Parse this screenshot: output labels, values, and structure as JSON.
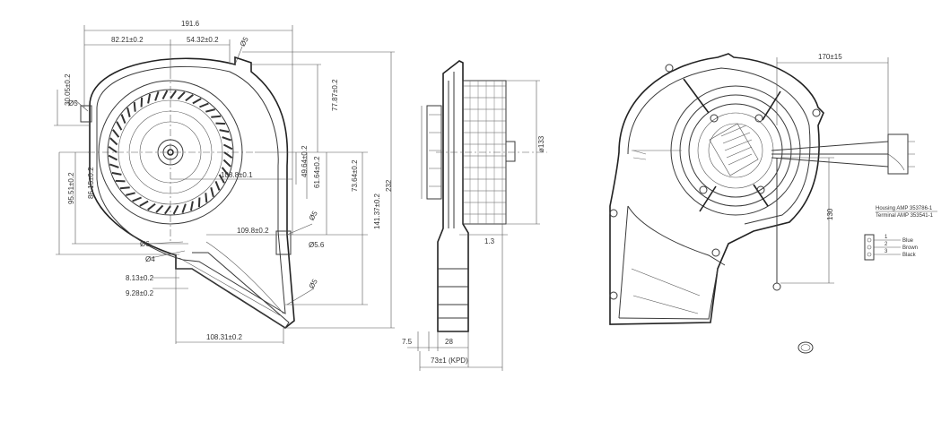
{
  "front_view": {
    "overall_width": "191.6",
    "offset_left": "82.21±0.2",
    "offset_center": "54.32±0.2",
    "top_left_vertical": "30.05±0.2",
    "hole_left_upper": "Ø5",
    "hole_top": "Ø5",
    "right_upper_vertical": "77.87±0.2",
    "inner_horizontal": "108.8±0.1",
    "dim_49": "49.64±0.2",
    "dim_61": "61.64±0.2",
    "dim_73": "73.64±0.2",
    "dim_141": "141.37±0.2",
    "dim_109": "109.8±0.2",
    "left_outer_vertical": "95.51±0.2",
    "left_inner_vertical": "86.15±0.2",
    "hole_d6": "Ø6",
    "hole_d4": "Ø4",
    "hole_d5_right": "Ø5",
    "hole_d56": "Ø5.6",
    "hole_bottom_right": "Ø5",
    "outlet_8": "8.13±0.2",
    "outlet_9": "9.28±0.2",
    "bottom_width": "108.31±0.2",
    "overall_height": "232"
  },
  "side_view": {
    "motor_diameter": "ø133",
    "gap": "1.3",
    "flange": "7.5",
    "outlet_depth": "28",
    "total_depth": "73±1 (KPD)"
  },
  "rear_view": {
    "cable_length": "170±15",
    "lead_length": "130",
    "housing_part": "Housing AMP 353786-1",
    "terminal_part": "Terminal AMP 353541-1",
    "wire_1": "Blue",
    "wire_2": "Brown",
    "wire_3": "Black",
    "pin_labels": [
      "1",
      "2",
      "3"
    ]
  }
}
